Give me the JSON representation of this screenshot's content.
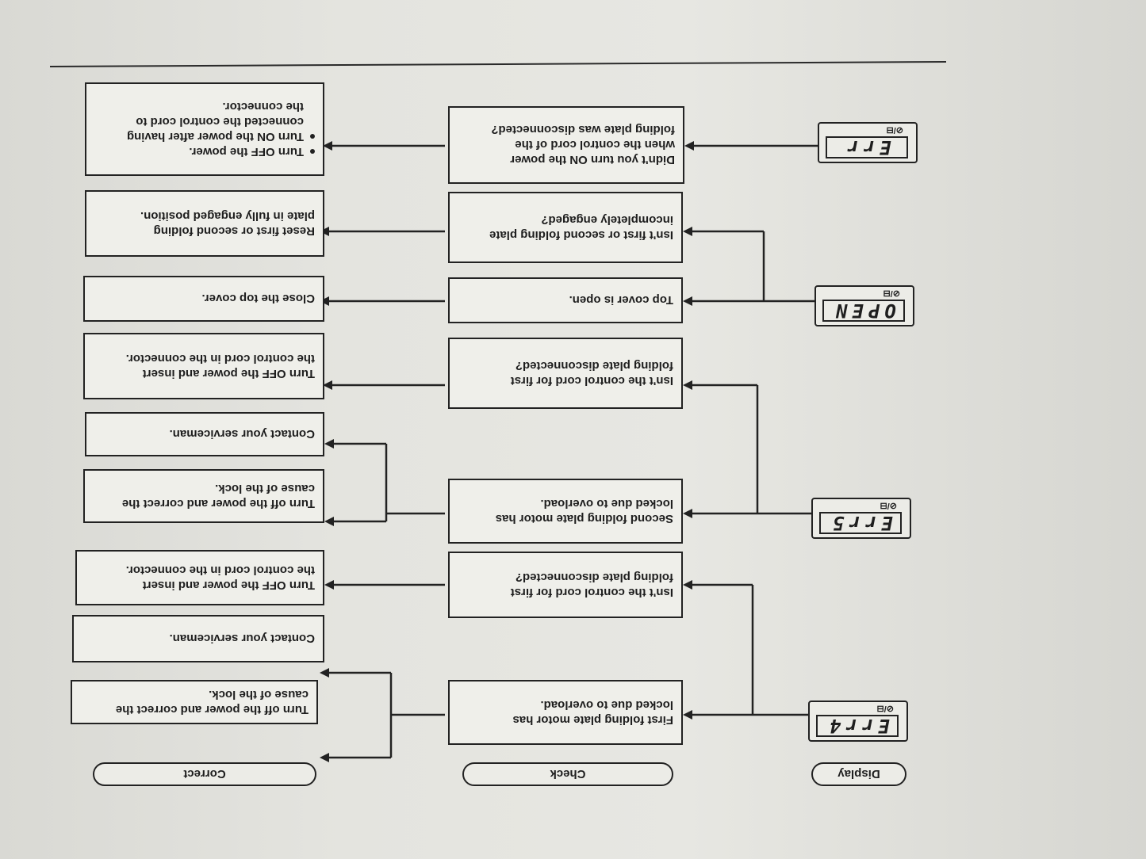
{
  "headers": {
    "display": "Display",
    "check": "Check",
    "correct": "Correct"
  },
  "displays": {
    "err4": {
      "code": "Err4",
      "icon": "⊘/⊟"
    },
    "err5": {
      "code": "Err5",
      "icon": "⊘/⊟"
    },
    "open": {
      "code": "OPEN",
      "icon": "⊘/⊟"
    },
    "err": {
      "code": "Err",
      "icon": "⊘/⊟"
    }
  },
  "checks": [
    {
      "lines": [
        "First folding plate motor has",
        "locked due to overload."
      ]
    },
    {
      "lines": [
        "Isn't the control cord for first",
        "folding plate disconnected?"
      ]
    },
    {
      "lines": [
        "Second folding plate motor has",
        "locked due to overload."
      ]
    },
    {
      "lines": [
        "Isn't the control cord for first",
        "folding plate disconnected?"
      ]
    },
    {
      "lines": [
        "Top cover is open."
      ]
    },
    {
      "lines": [
        "Isn't first or second folding plate",
        "incompletely engaged?"
      ]
    },
    {
      "lines": [
        "Didn't you turn ON the power",
        "when the control cord of the",
        "folding plate was disconnected?"
      ]
    }
  ],
  "corrects": [
    {
      "lines": [
        "Turn off the power and correct the",
        "cause of the lock."
      ]
    },
    {
      "lines": [
        "Contact your serviceman."
      ]
    },
    {
      "lines": [
        "Turn OFF the power and insert",
        "the control cord in the connector."
      ]
    },
    {
      "lines": [
        "Turn off the power and correct the",
        "cause of the lock."
      ]
    },
    {
      "lines": [
        "Contact your serviceman."
      ]
    },
    {
      "lines": [
        "Turn OFF the power and insert",
        "the control cord in the connector."
      ]
    },
    {
      "lines": [
        "Close the top cover."
      ]
    },
    {
      "lines": [
        "Reset first or second folding",
        "plate in fully engaged position."
      ]
    },
    {
      "lines": [
        "Turn OFF the power.",
        "Turn ON the power after having",
        "connected the control cord to",
        "the connector."
      ]
    }
  ]
}
